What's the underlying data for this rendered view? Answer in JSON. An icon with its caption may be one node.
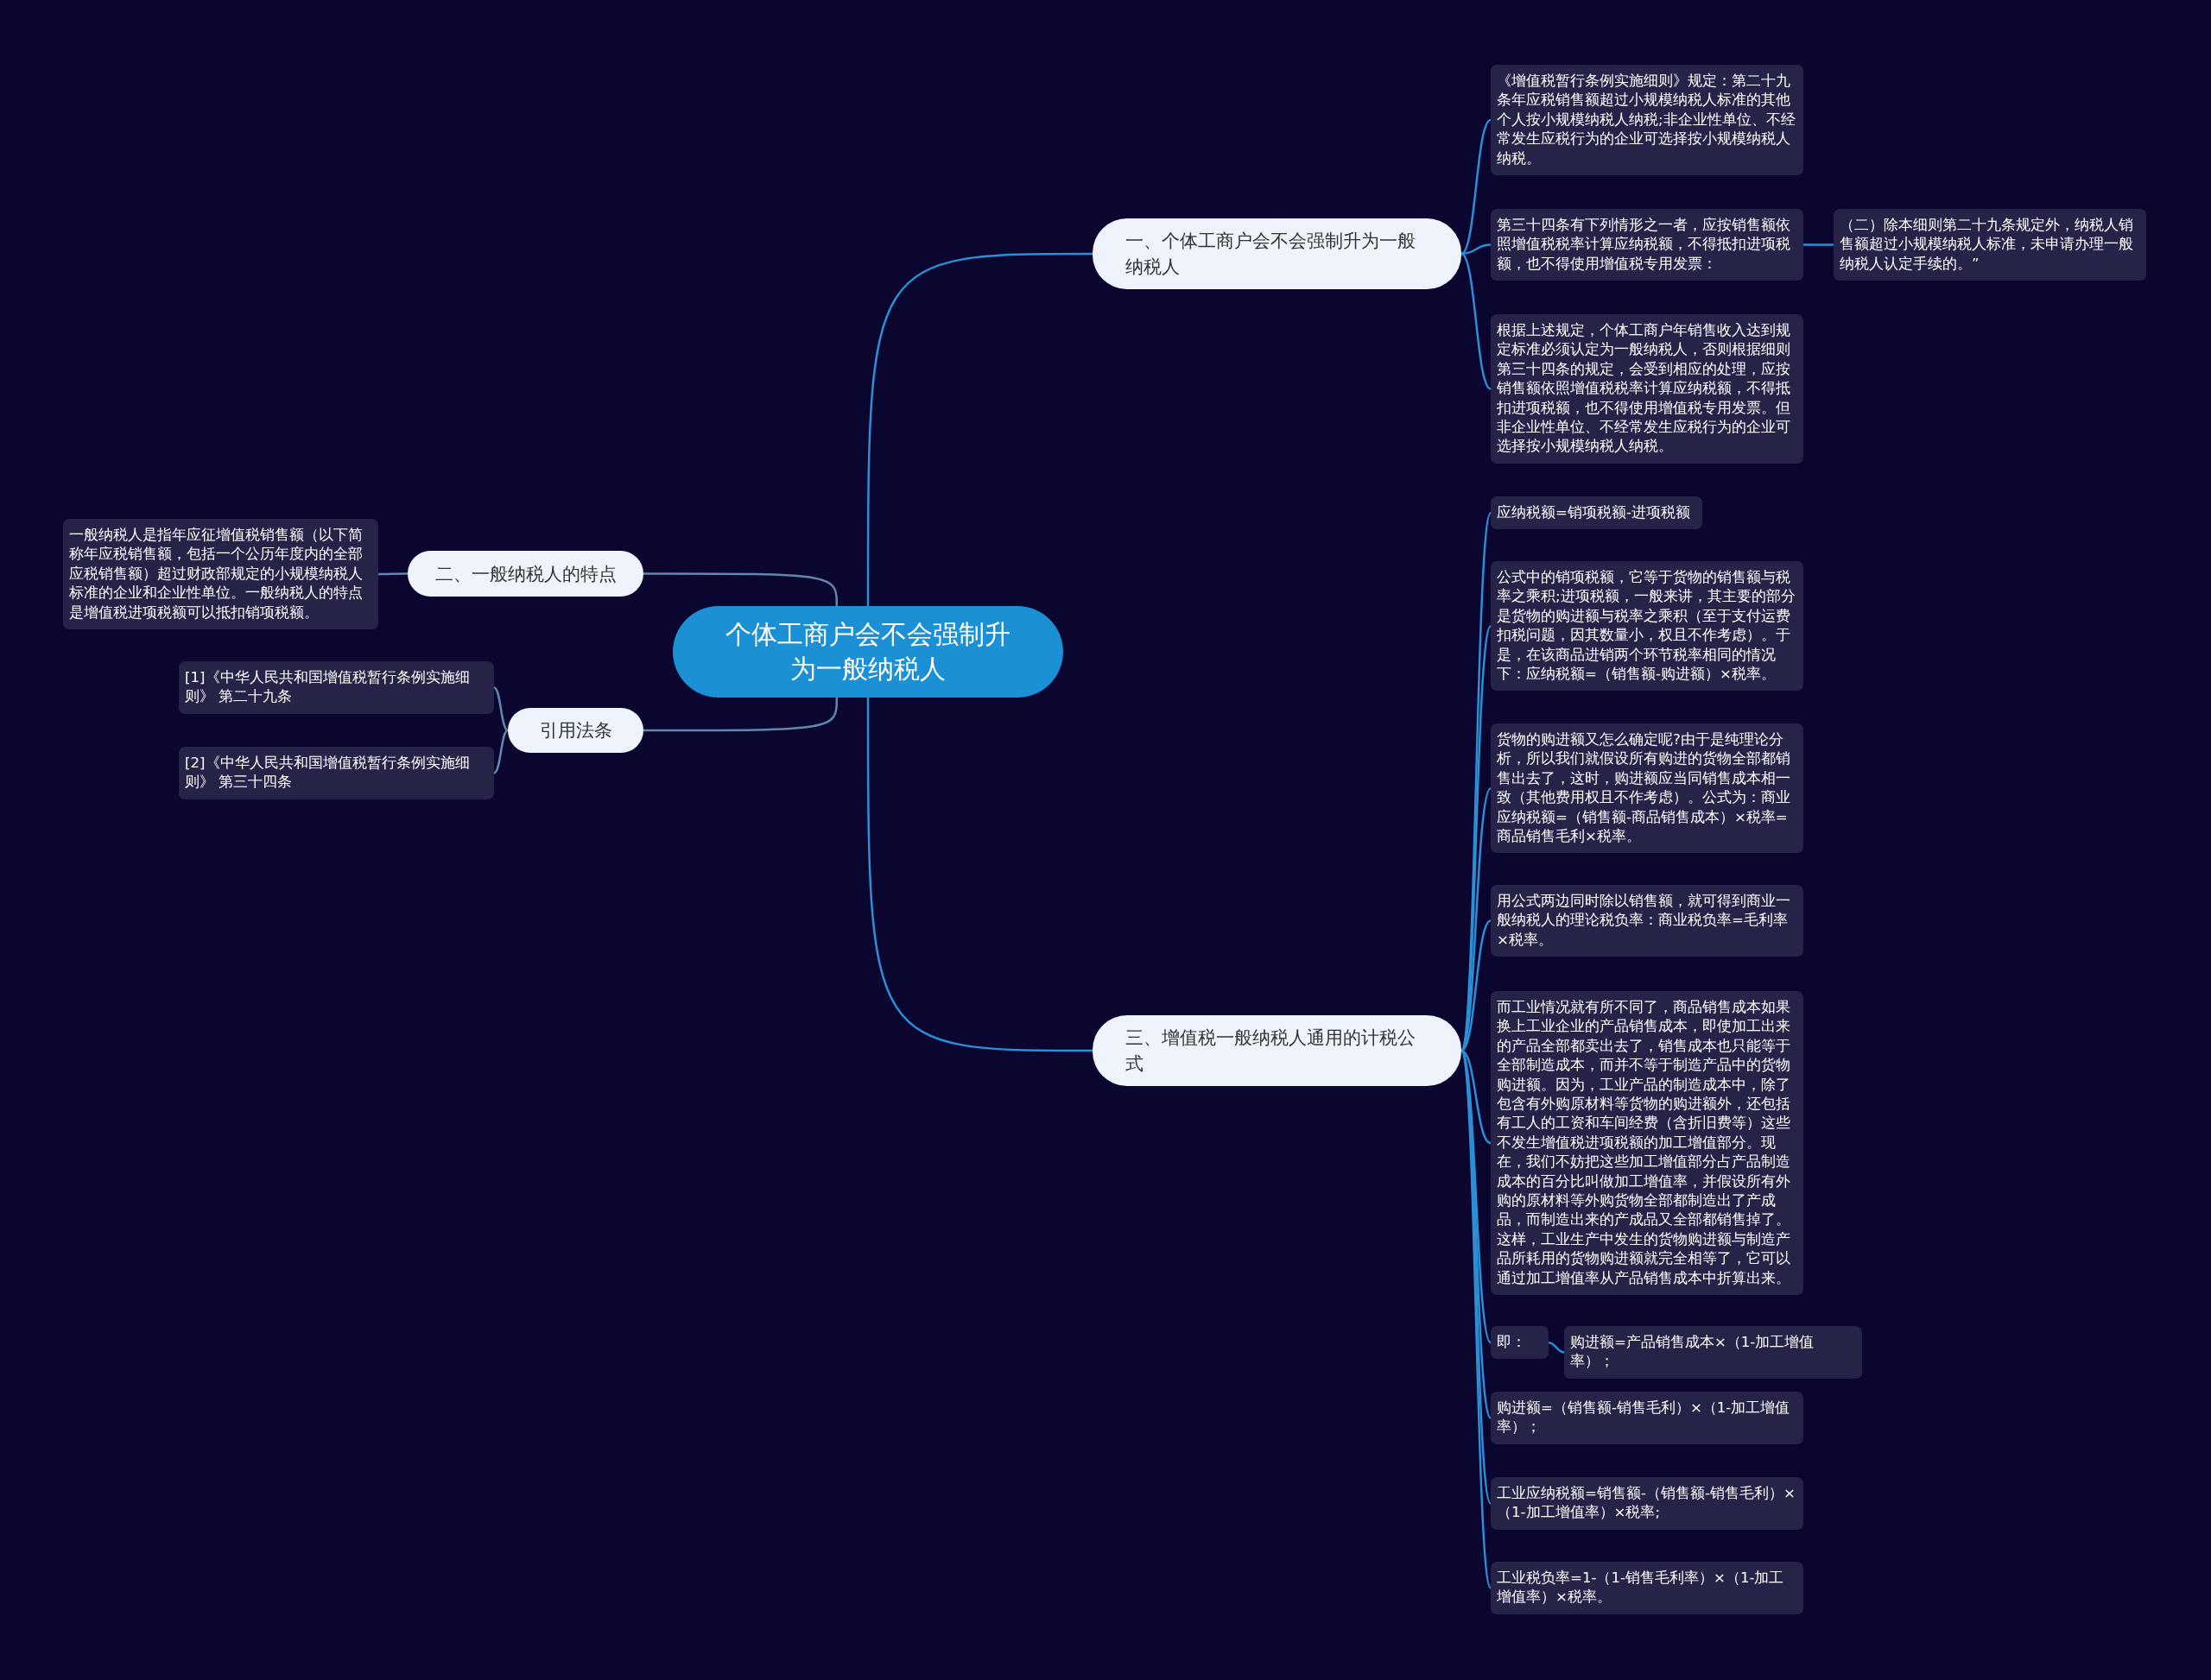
{
  "diagram": {
    "nodes": [
      {
        "text": [
          "个体工商户会不会强制升为一般纳税人"
        ]
      },
      {
        "text": [
          "一、个体工商户会不会强制升为一般纳税人"
        ]
      },
      {
        "text": [
          "《增值税暂行条例实施细则》规定：第二十九条年应税销售额超过小规模纳税人标准的其他个人按小规模纳税人纳税;非企业性单位、不经常发生应税行为的企业可选择按小规模纳税人纳税。"
        ]
      },
      {
        "text": [
          "第三十四条有下列情形之一者，应按销售额依照增值税税率计算应纳税额，不得抵扣进项税额，也不得使用增值税专用发票："
        ]
      },
      {
        "text": [
          "（二）除本细则第二十九条规定外，纳税人销售额超过小规模纳税人标准，未申请办理一般纳税人认定手续的。”"
        ]
      },
      {
        "text": [
          "根据上述规定，个体工商户年销售收入达到规定标准必须认定为一般纳税人，否则根据细则第三十四条的规定，会受到相应的处理，应按销售额依照增值税税率计算应纳税额，不得抵扣进项税额，也不得使用增值税专用发票。但非企业性单位、不经常发生应税行为的企业可选择按小规模纳税人纳税。"
        ]
      },
      {
        "text": [
          "二、一般纳税人的特点"
        ]
      },
      {
        "text": [
          "一般纳税人是指年应征增值税销售额（以下简称年应税销售额，包括一个公历年度内的全部应税销售额）超过财政部规定的小规模纳税人标准的企业和企业性单位。一般纳税人的特点是增值税进项税额可以抵扣销项税额。"
        ]
      },
      {
        "text": [
          "引用法条"
        ]
      },
      {
        "text": [
          "[1]《中华人民共和国增值税暂行条例实施细则》 第二十九条"
        ]
      },
      {
        "text": [
          "[2]《中华人民共和国增值税暂行条例实施细则》 第三十四条"
        ]
      },
      {
        "text": [
          "三、增值税一般纳税人通用的计税公式"
        ]
      },
      {
        "text": [
          "应纳税额=销项税额-进项税额"
        ]
      },
      {
        "text": [
          "公式中的销项税额，它等于货物的销售额与税率之乘积;进项税额，一般来讲，其主要的部分是货物的购进额与税率之乘积（至于支付运费扣税问题，因其数量小，权且不作考虑）。于是，在该商品进销两个环节税率相同的情况下：应纳税额=（销售额-购进额）×税率。"
        ]
      },
      {
        "text": [
          "货物的购进额又怎么确定呢?由于是纯理论分析，所以我们就假设所有购进的货物全部都销售出去了，这时，购进额应当同销售成本相一致（其他费用权且不作考虑）。公式为：商业应纳税额=（销售额-商品销售成本）×税率=商品销售毛利×税率。"
        ]
      },
      {
        "text": [
          "用公式两边同时除以销售额，就可得到商业一般纳税人的理论税负率：商业税负率=毛利率×税率。"
        ]
      },
      {
        "text": [
          "而工业情况就有所不同了，商品销售成本如果换上工业企业的产品销售成本，即使加工出来的产品全部都卖出去了，销售成本也只能等于全部制造成本，而并不等于制造产品中的货物购进额。因为，工业产品的制造成本中，除了包含有外购原材料等货物的购进额外，还包括有工人的工资和车间经费（含折旧费等）这些不发生增值税进项税额的加工增值部分。现在，我们不妨把这些加工增值部分占产品制造成本的百分比叫做加工增值率，并假设所有外购的原材料等外购货物全部都制造出了产成品，而制造出来的产成品又全部都销售掉了。这样，工业生产中发生的货物购进额与制造产品所耗用的货物购进额就完全相等了，它可以通过加工增值率从产品销售成本中折算出来。"
        ]
      },
      {
        "text": [
          "即："
        ]
      },
      {
        "text": [
          "购进额=产品销售成本×（1-加工增值率）；"
        ]
      },
      {
        "text": [
          "购进额=（销售额-销售毛利）×（1-加工增值率）；"
        ]
      },
      {
        "text": [
          "工业应纳税额=销售额-（销售额-销售毛利）×（1-加工增值率）×税率;"
        ]
      },
      {
        "text": [
          "工业税负率=1-（1-销售毛利率）×（1-加工增值率）×税率。"
        ]
      }
    ],
    "edges": [
      {
        "from": 0,
        "to": 1,
        "arrow": "none"
      },
      {
        "from": 1,
        "to": 2,
        "arrow": "none"
      },
      {
        "from": 1,
        "to": 3,
        "arrow": "none"
      },
      {
        "from": 3,
        "to": 4,
        "arrow": "none"
      },
      {
        "from": 1,
        "to": 5,
        "arrow": "none"
      },
      {
        "from": 0,
        "to": 6,
        "arrow": "none"
      },
      {
        "from": 6,
        "to": 7,
        "arrow": "none"
      },
      {
        "from": 0,
        "to": 8,
        "arrow": "none"
      },
      {
        "from": 8,
        "to": 9,
        "arrow": "none"
      },
      {
        "from": 8,
        "to": 10,
        "arrow": "none"
      },
      {
        "from": 0,
        "to": 11,
        "arrow": "none"
      },
      {
        "from": 11,
        "to": 12,
        "arrow": "none"
      },
      {
        "from": 11,
        "to": 13,
        "arrow": "none"
      },
      {
        "from": 11,
        "to": 14,
        "arrow": "none"
      },
      {
        "from": 11,
        "to": 15,
        "arrow": "none"
      },
      {
        "from": 11,
        "to": 16,
        "arrow": "none"
      },
      {
        "from": 11,
        "to": 17,
        "arrow": "none"
      },
      {
        "from": 17,
        "to": 18,
        "arrow": "none"
      },
      {
        "from": 11,
        "to": 19,
        "arrow": "none"
      },
      {
        "from": 11,
        "to": 20,
        "arrow": "none"
      },
      {
        "from": 11,
        "to": 21,
        "arrow": "none"
      }
    ]
  }
}
